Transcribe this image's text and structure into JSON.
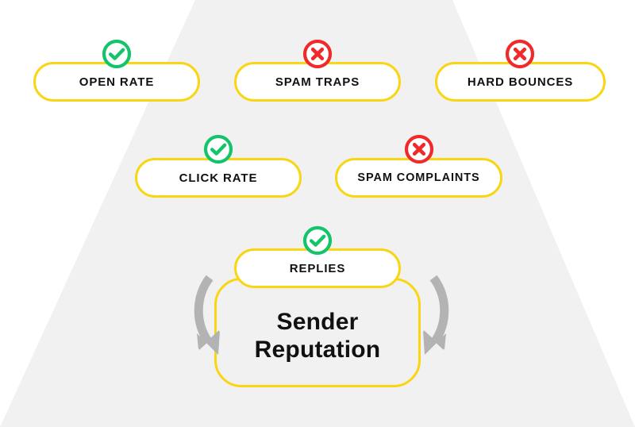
{
  "diagram": {
    "title": "Sender Reputation",
    "background_shape": "funnel-triangle",
    "colors": {
      "pill_border": "#F8D613",
      "pill_fill": "#FFFFFF",
      "positive": "#14C46B",
      "negative": "#F02A2A",
      "text": "#111111",
      "funnel": "#F1F1F1",
      "arrow": "#B3B3B3"
    },
    "rows": [
      {
        "row_name": "top-row",
        "items": [
          {
            "label": "OPEN RATE",
            "status": "positive",
            "icon": "check-circle-icon"
          },
          {
            "label": "SPAM TRAPS",
            "status": "negative",
            "icon": "x-circle-icon"
          },
          {
            "label": "HARD BOUNCES",
            "status": "negative",
            "icon": "x-circle-icon"
          }
        ]
      },
      {
        "row_name": "middle-row",
        "items": [
          {
            "label": "CLICK RATE",
            "status": "positive",
            "icon": "check-circle-icon"
          },
          {
            "label": "SPAM COMPLAINTS",
            "status": "negative",
            "icon": "x-circle-icon"
          }
        ]
      },
      {
        "row_name": "bottom-row",
        "items": [
          {
            "label": "REPLIES",
            "status": "positive",
            "icon": "check-circle-icon"
          }
        ]
      }
    ],
    "center": {
      "line1": "Sender",
      "line2": "Reputation",
      "left_arrow": "curved-arrow-down-right-icon",
      "right_arrow": "curved-arrow-down-left-icon"
    }
  }
}
